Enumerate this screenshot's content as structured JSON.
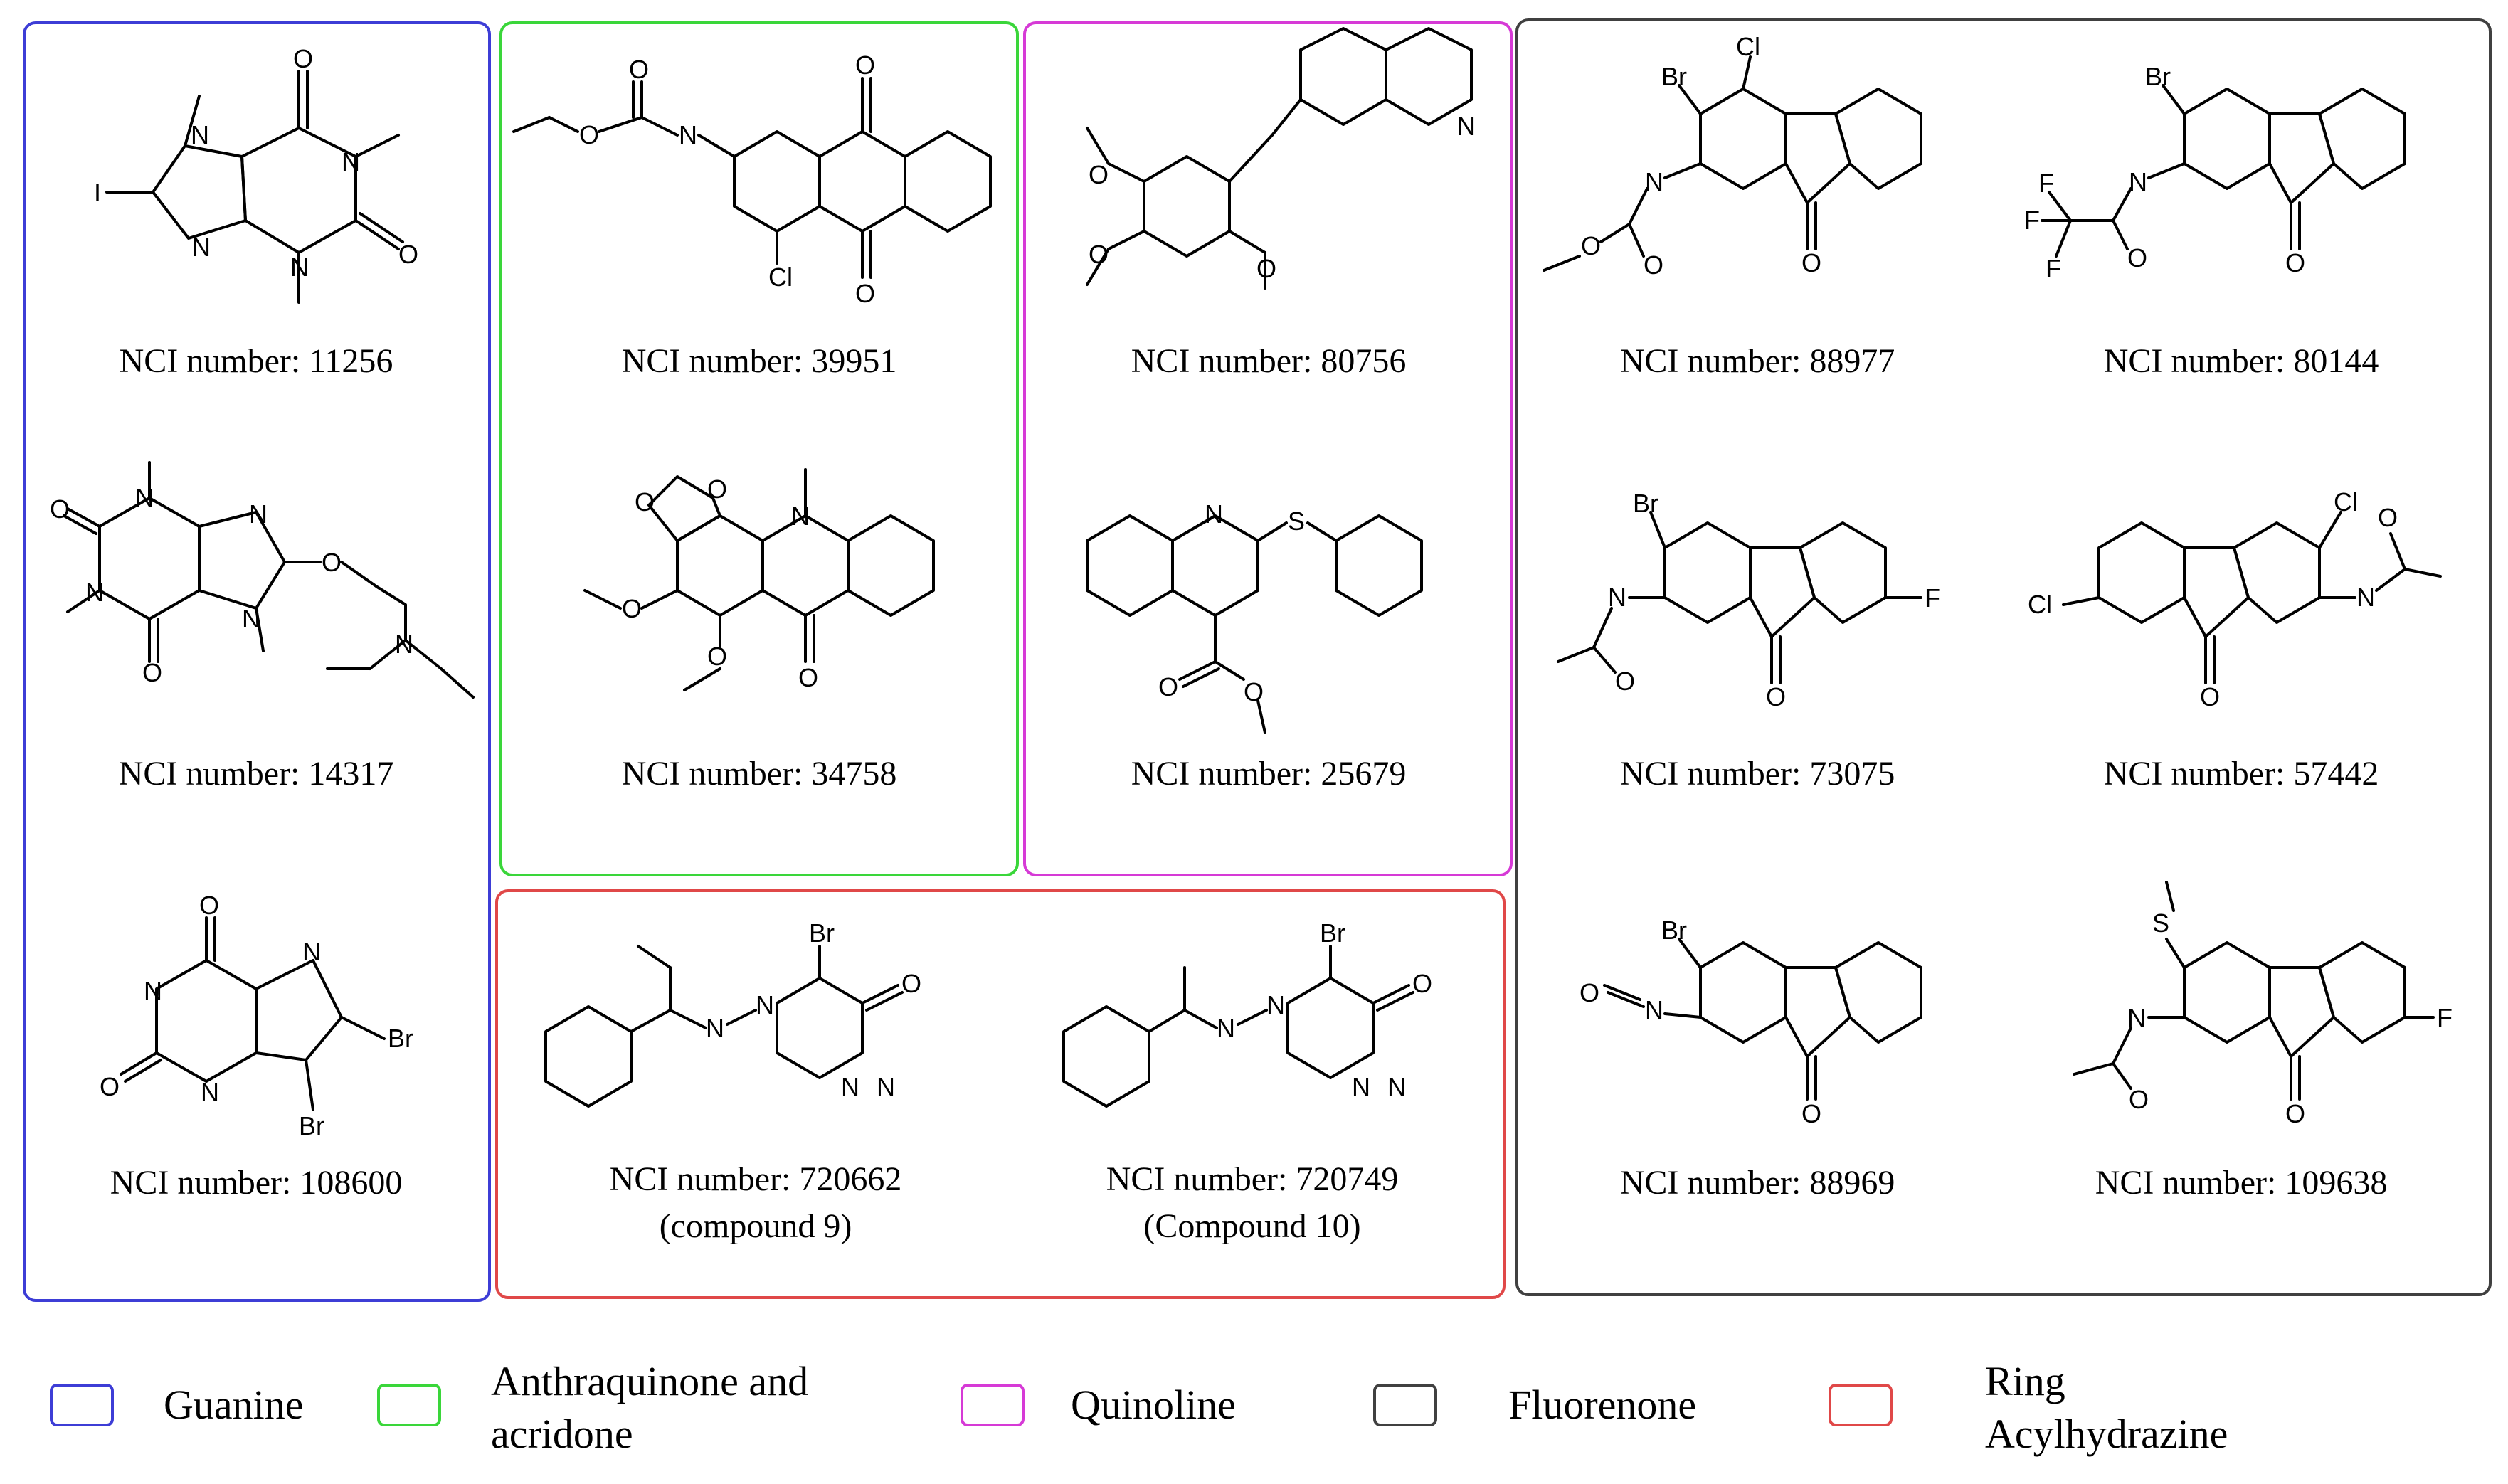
{
  "colors": {
    "guanine": "#3d3dd6",
    "anthraquinone": "#3ad63a",
    "quinoline": "#d63ad6",
    "fluorenone": "#404040",
    "acylhydrazine": "#e04848"
  },
  "compounds": {
    "c11256": {
      "label": "NCI  number: 11256",
      "icon": "xanthine-structure"
    },
    "c14317": {
      "label": "NCI  number: 14317",
      "icon": "xanthine-ether-structure"
    },
    "c108600": {
      "label": "NCI  number: 108600",
      "icon": "pyrrolopyrimidine-structure"
    },
    "c39951": {
      "label": "NCI  number: 39951",
      "icon": "anthraquinone-structure"
    },
    "c34758": {
      "label": "NCI  number: 34758",
      "icon": "acridone-structure"
    },
    "c80756": {
      "label": "NCI  number: 80756",
      "icon": "styrylquinoline-structure"
    },
    "c25679": {
      "label": "NCI  number:  25679",
      "icon": "quinoline-ester-structure"
    },
    "c720662": {
      "label": "NCI  number: 720662",
      "sub": "(compound 9)",
      "icon": "pyridazinone-hydrazone-structure"
    },
    "c720749": {
      "label": "NCI  number: 720749",
      "sub": "(Compound 10)",
      "icon": "pyridazinone-hydrazone-structure"
    },
    "c88977": {
      "label": "NCI number: 88977",
      "icon": "fluorenone-structure"
    },
    "c80144": {
      "label": "NCI  number: 80144",
      "icon": "fluorenone-structure"
    },
    "c73075": {
      "label": "NCI  number: 73075",
      "icon": "fluorenone-structure"
    },
    "c57442": {
      "label": "NCI  number: 57442",
      "icon": "fluorenone-structure"
    },
    "c88969": {
      "label": "NCI  number: 88969",
      "icon": "fluorenone-structure"
    },
    "c109638": {
      "label": "NCI  number: 109638",
      "icon": "fluorenone-structure"
    }
  },
  "atoms": {
    "I": "I",
    "N": "N",
    "O": "O",
    "Cl": "Cl",
    "Br": "Br",
    "F": "F",
    "S": "S"
  },
  "legend": {
    "guanine": "Guanine",
    "anthraquinone": "Anthraquinone and\nacridone",
    "quinoline": "Quinoline",
    "fluorenone": "Fluorenone",
    "acylhydrazine": "Ring\nAcylhydrazine"
  }
}
